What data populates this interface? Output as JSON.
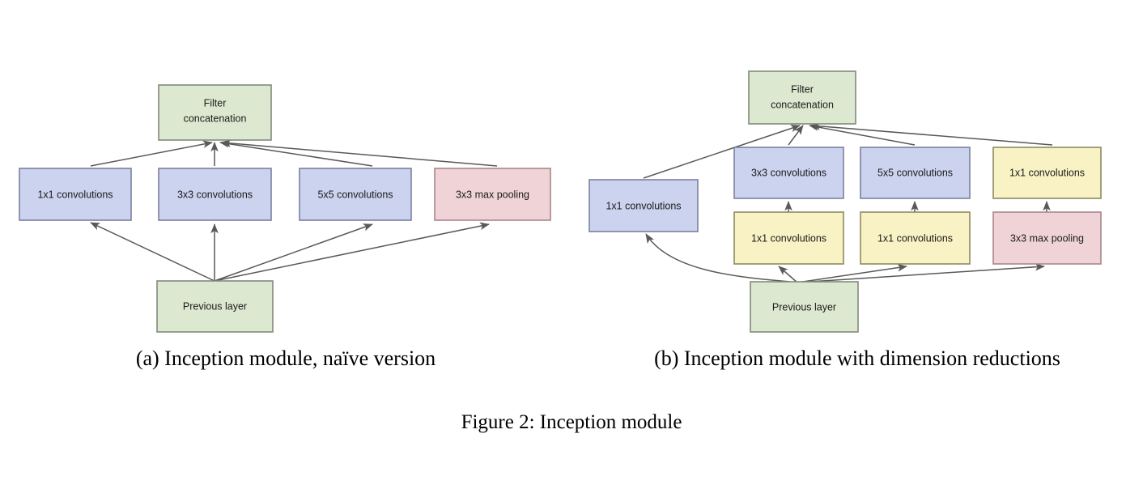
{
  "figure": {
    "caption": "Figure 2:  Inception module",
    "subcaption_a": "(a)  Inception module, naïve version",
    "subcaption_b": "(b)  Inception module with dimension reductions"
  },
  "palette": {
    "green_fill": "#dde8d0",
    "green_stroke": "#828a7c",
    "blue_fill": "#ccd3ef",
    "blue_stroke": "#7b80a0",
    "yellow_fill": "#f8f2c4",
    "yellow_stroke": "#8d8a62",
    "red_fill": "#efd3d6",
    "red_stroke": "#a9868c",
    "edge_stroke": "#595959",
    "text": "#1a1a1a",
    "background": "#ffffff"
  },
  "diagram_a": {
    "name": "inception-naive",
    "nodes": {
      "filter_concat_line1": "Filter",
      "filter_concat_line2": "concatenation",
      "conv1x1": "1x1 convolutions",
      "conv3x3": "3x3 convolutions",
      "conv5x5": "5x5 convolutions",
      "maxpool3x3": "3x3 max pooling",
      "previous_layer": "Previous layer"
    }
  },
  "diagram_b": {
    "name": "inception-dimension-reductions",
    "nodes": {
      "filter_concat_line1": "Filter",
      "filter_concat_line2": "concatenation",
      "conv1x1_left": "1x1 convolutions",
      "conv3x3": "3x3 convolutions",
      "conv5x5": "5x5 convolutions",
      "conv1x1_top_right": "1x1 convolutions",
      "conv1x1_under_3x3": "1x1 convolutions",
      "conv1x1_under_5x5": "1x1 convolutions",
      "maxpool3x3": "3x3 max pooling",
      "previous_layer": "Previous layer"
    }
  }
}
